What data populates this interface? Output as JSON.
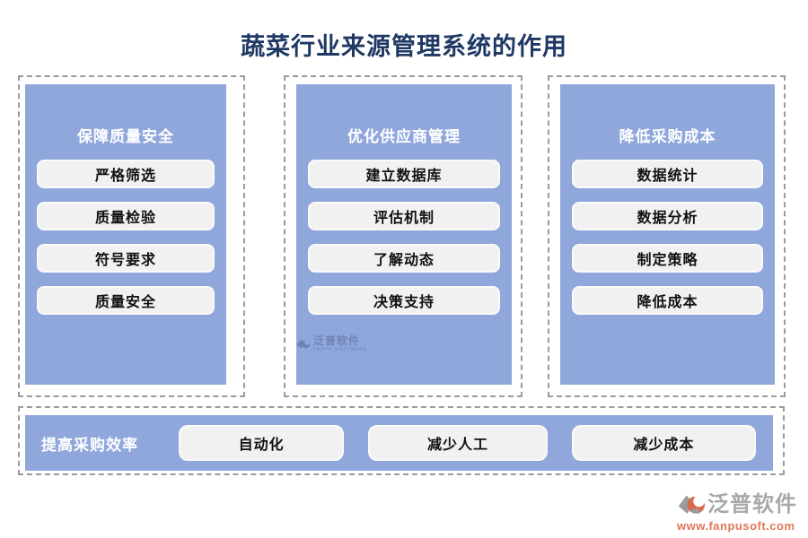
{
  "page": {
    "title": "蔬菜行业来源管理系统的作用"
  },
  "columns": [
    {
      "title": "保障质量安全",
      "items": [
        "严格筛选",
        "质量检验",
        "符号要求",
        "质量安全"
      ]
    },
    {
      "title": "优化供应商管理",
      "items": [
        "建立数据库",
        "评估机制",
        "了解动态",
        "决策支持"
      ]
    },
    {
      "title": "降低采购成本",
      "items": [
        "数据统计",
        "数据分析",
        "制定策略",
        "降低成本"
      ]
    }
  ],
  "bottom_row": {
    "title": "提高采购效率",
    "items": [
      "自动化",
      "减少人工",
      "减少成本"
    ]
  },
  "watermark": {
    "brand": "泛普软件",
    "brand_subtext": "FANPU SOFTWARE",
    "url": "www.fanpusoft.com"
  },
  "colors": {
    "title_navy": "#1F3864",
    "panel_blue": "#90A7DC",
    "pill_bg": "#F1F1F1",
    "dashed_border": "#9B9B9B",
    "watermark_grey": "#A9A9A9",
    "watermark_orange": "#E0785A"
  }
}
